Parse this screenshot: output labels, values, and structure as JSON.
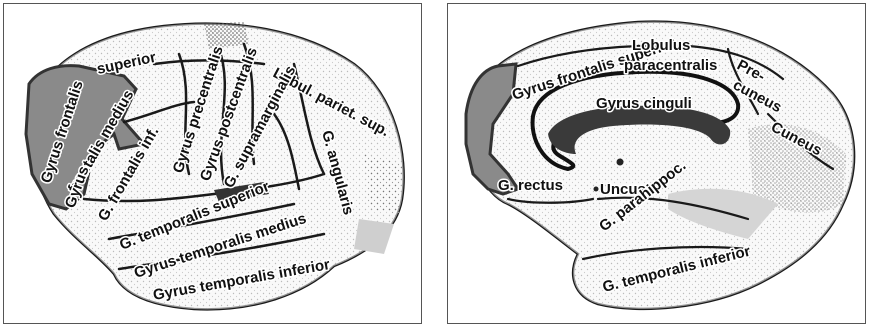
{
  "colors": {
    "outline": "#1a1a1a",
    "fill": "#f2f2f2",
    "highlight": "#8a8a8a",
    "corpus": "#3a3a3a",
    "stipple": "#9a9a9a"
  },
  "left_panel": {
    "labels": {
      "superior": "superior",
      "frontalis": "Gyrus frontalis",
      "medius": "frontalis medius",
      "precentralis": "Gyrus precentralis",
      "postcentralis": "Gyrus postcentralis",
      "lobul": "Lobul. pariet. sup.",
      "supramarginalis": "G. supramarginalis",
      "angularis": "G. angularis",
      "inf1": "Gyrus",
      "inf2": "G. frontalis inf.",
      "temp_sup": "G. temporalis superior",
      "temp_med": "Gyrus temporalis medius",
      "temp_inf": "Gyrus temporalis inferior"
    }
  },
  "right_panel": {
    "labels": {
      "frontalis_superior": "Gyrus frontalis superior",
      "lobulus": "Lobulus",
      "paracentralis": "paracentralis",
      "pre": "Pre-",
      "cuneus_small": "cuneus",
      "cinguli": "Gyrus cinguli",
      "cuneus": "Cuneus",
      "rectus": "G. rectus",
      "uncus": "Uncus",
      "parahippoc": "G. parahippoc.",
      "temp_inf": "G. temporalis inferior"
    }
  }
}
